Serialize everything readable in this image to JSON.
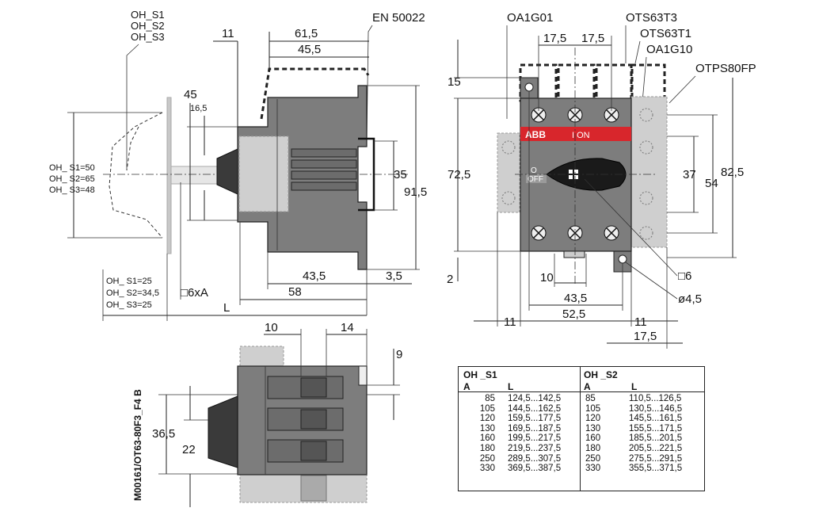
{
  "side_view": {
    "variants": [
      "OH_S1",
      "OH_S2",
      "OH_S3"
    ],
    "standard": "EN 50022",
    "dims": {
      "d11": "11",
      "d61_5": "61,5",
      "d45_5": "45,5",
      "d45": "45",
      "d16_5": "16,5",
      "d35": "35",
      "d91_5": "91,5",
      "d43_5": "43,5",
      "d3_5": "3,5",
      "d58": "58",
      "shaft": "□6xA",
      "L": "L"
    },
    "handle_depth": [
      "OH_ S1=50",
      "OH_ S2=65",
      "OH_ S3=48"
    ],
    "shaft_A": [
      "OH_ S1=25",
      "OH_ S2=34,5",
      "OH_ S3=25"
    ]
  },
  "front_view": {
    "accessories": [
      "OA1G01",
      "OTS63T3",
      "OTS63T1",
      "OA1G10",
      "OTPS80FP"
    ],
    "brand": "ABB",
    "on_label": "I  ON",
    "off_label_o": "O",
    "off_label": "OFF",
    "dims": {
      "d17_5a": "17,5",
      "d17_5b": "17,5",
      "d15": "15",
      "d72_5": "72,5",
      "d37": "37",
      "d54": "54",
      "d82_5": "82,5",
      "d2": "2",
      "d10": "10",
      "d43_5": "43,5",
      "d52_5": "52,5",
      "d11a": "11",
      "d11b": "11",
      "d17_5c": "17,5",
      "sq6": "□6",
      "hole": "ø4,5"
    }
  },
  "top_view": {
    "code": "M00161/OT63-80F3_F4  B",
    "dims": {
      "d10": "10",
      "d14": "14",
      "d9": "9",
      "d36_5": "36,5",
      "d22": "22"
    }
  },
  "table": {
    "group1": "OH _S1",
    "group2": "OH _S2",
    "col_a": "A",
    "col_l": "L",
    "s1_a": [
      "85",
      "105",
      "120",
      "130",
      "160",
      "180",
      "250",
      "330"
    ],
    "s1_l": [
      "124,5...142,5",
      "144,5...162,5",
      "159,5...177,5",
      "169,5...187,5",
      "199,5...217,5",
      "219,5...237,5",
      "289,5...307,5",
      "369,5...387,5"
    ],
    "s2_a": [
      "85",
      "105",
      "120",
      "130",
      "160",
      "180",
      "250",
      "330"
    ],
    "s2_l": [
      "110,5...126,5",
      "130,5...146,5",
      "145,5...161,5",
      "155,5...171,5",
      "185,5...201,5",
      "205,5...221,5",
      "275,5...291,5",
      "355,5...371,5"
    ]
  }
}
